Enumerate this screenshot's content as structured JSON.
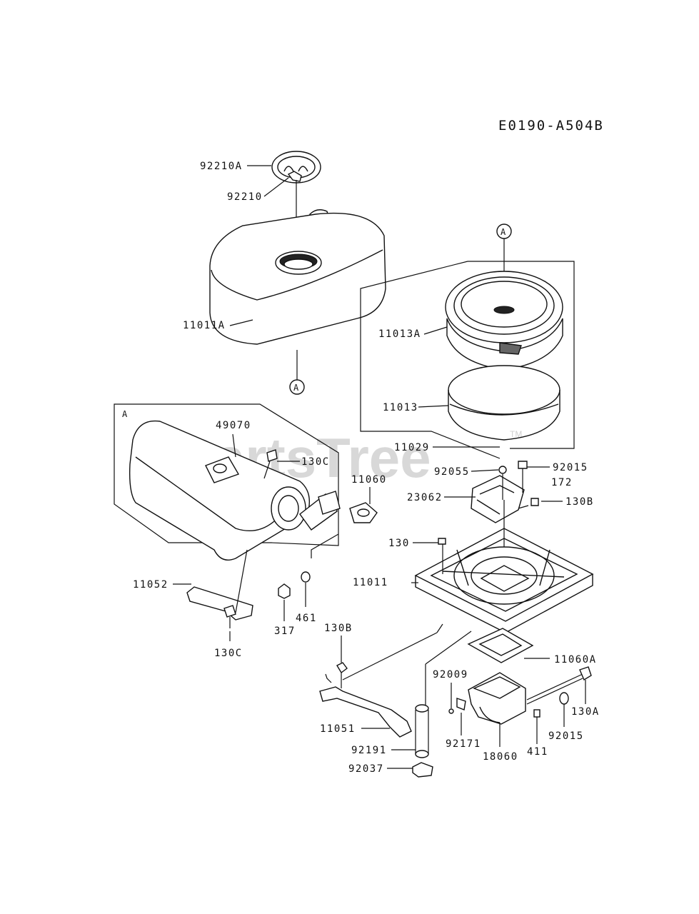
{
  "diagram_code": "E0190-A504B",
  "watermark": "PartsTree",
  "watermark_tm": "TM",
  "section_ref": "A",
  "reference_marker": "A",
  "parts": {
    "p92210A": "92210A",
    "p92210": "92210",
    "p11011A": "11011A",
    "p11013A": "11013A",
    "p11013": "11013",
    "p11029": "11029",
    "p92055": "92055",
    "p92015_top": "92015",
    "p172": "172",
    "p23062": "23062",
    "p130B_right": "130B",
    "p130": "130",
    "p11011": "11011",
    "p49070": "49070",
    "p130C_top": "130C",
    "p11060": "11060",
    "p11052": "11052",
    "p130C_bottom": "130C",
    "p317": "317",
    "p461": "461",
    "p130B_left": "130B",
    "p11060A": "11060A",
    "p92009": "92009",
    "p130A": "130A",
    "p11051": "11051",
    "p92191": "92191",
    "p92171": "92171",
    "p18060": "18060",
    "p411": "411",
    "p92015_bottom": "92015",
    "p92037": "92037"
  }
}
